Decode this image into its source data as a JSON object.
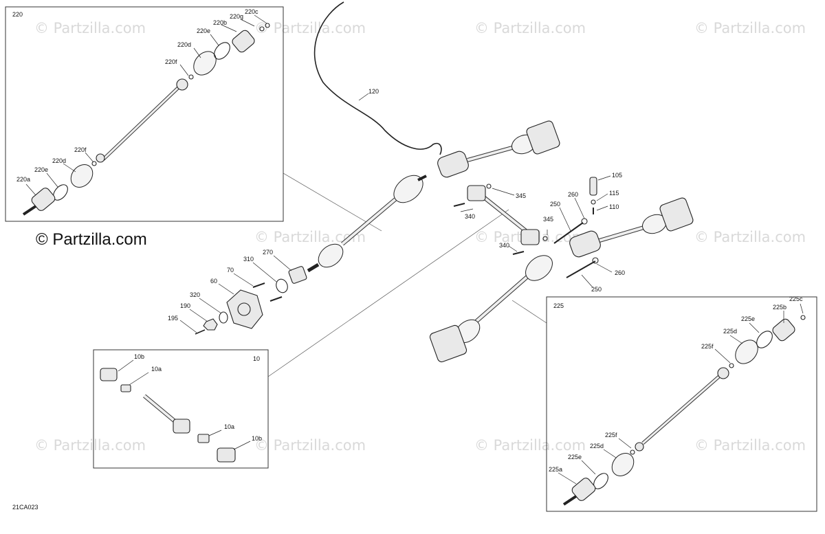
{
  "diagram_code": "21CA023",
  "watermark": {
    "text": "© Partzilla.com",
    "main_text": "© Partzilla.com"
  },
  "insets": {
    "inset_220": {
      "title": "220",
      "labels": [
        "220a",
        "220b",
        "220c",
        "220d",
        "220e",
        "220f",
        "220f",
        "220g",
        "220d",
        "220e"
      ]
    },
    "inset_225": {
      "title": "225",
      "labels": [
        "225a",
        "225b",
        "225c",
        "225d",
        "225e",
        "225f",
        "225f",
        "225d",
        "225e"
      ]
    },
    "inset_10": {
      "title": "10",
      "labels": [
        "10a",
        "10b",
        "10a",
        "10b"
      ]
    }
  },
  "callouts": [
    "120",
    "105",
    "115",
    "110",
    "345",
    "345",
    "340",
    "340",
    "250",
    "250",
    "260",
    "260",
    "270",
    "310",
    "70",
    "60",
    "320",
    "190",
    "195"
  ]
}
